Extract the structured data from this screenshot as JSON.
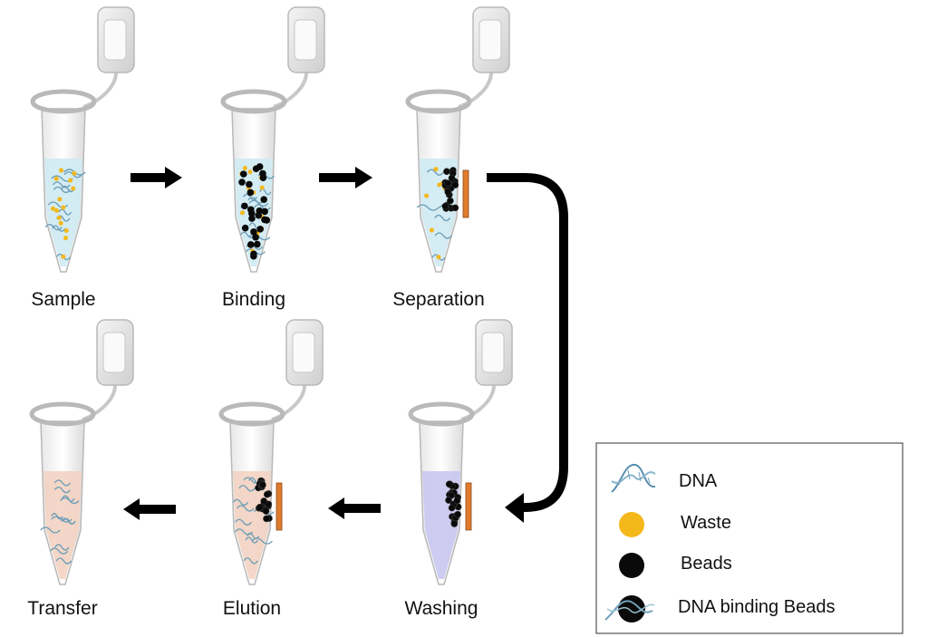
{
  "steps": [
    {
      "label": "Sample",
      "liquid": "#cfeaf2",
      "contents": "mix",
      "magnet": false
    },
    {
      "label": "Binding",
      "liquid": "#cfeaf2",
      "contents": "beads-mix",
      "magnet": false
    },
    {
      "label": "Separation",
      "liquid": "#cfeaf2",
      "contents": "separated",
      "magnet": true
    },
    {
      "label": "Washing",
      "liquid": "#c9c6ef",
      "contents": "bound-only",
      "magnet": true
    },
    {
      "label": "Elution",
      "liquid": "#f3d3c2",
      "contents": "eluting",
      "magnet": true
    },
    {
      "label": "Transfer",
      "liquid": "#f3d3c2",
      "contents": "dna-only",
      "magnet": false
    }
  ],
  "legend": {
    "items": [
      {
        "label": "DNA",
        "icon": "dna-icon"
      },
      {
        "label": "Waste",
        "icon": "waste-dot-icon"
      },
      {
        "label": "Beads",
        "icon": "bead-icon"
      },
      {
        "label": "DNA binding Beads",
        "icon": "dna-bead-icon"
      }
    ]
  },
  "colors": {
    "waste": "#f4b81a",
    "bead": "#0a0a0a",
    "dna": "#6f9fb8",
    "magnet": "#e07b2e",
    "arrow": "#000000",
    "tube_outline": "#b9b9b9"
  }
}
